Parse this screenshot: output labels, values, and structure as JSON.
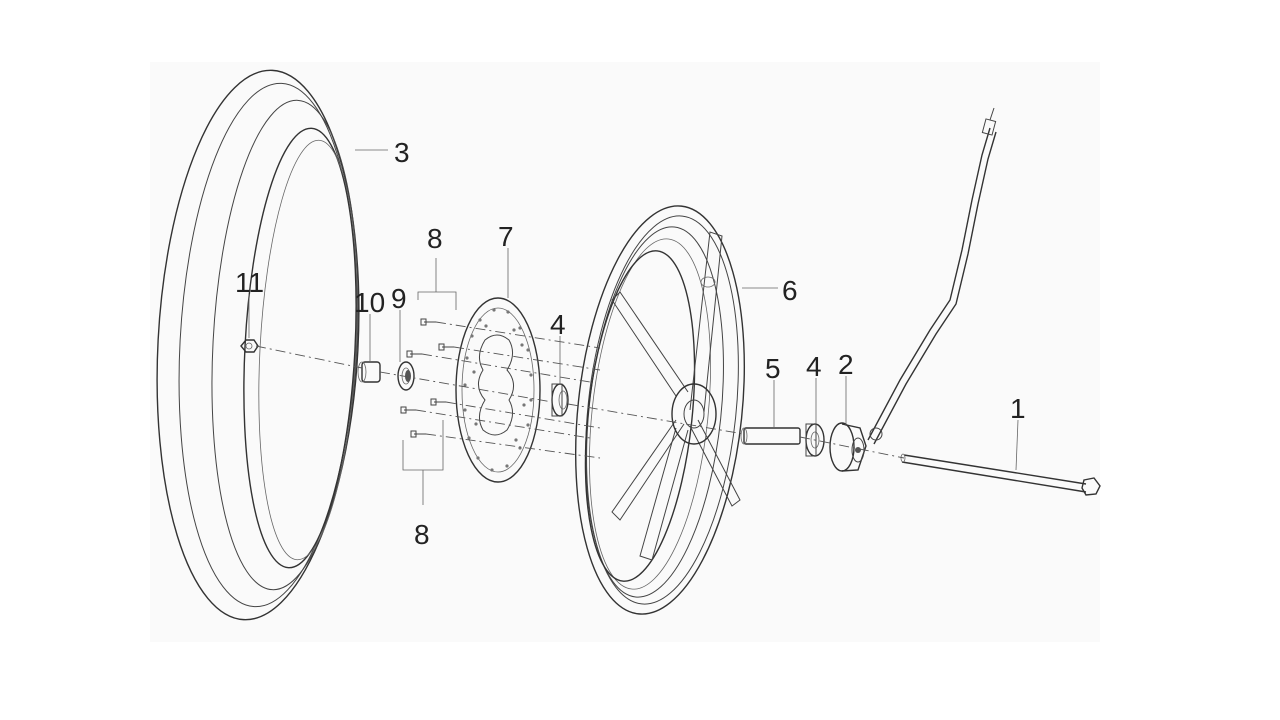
{
  "callouts": [
    {
      "id": "c1",
      "label": "1"
    },
    {
      "id": "c2",
      "label": "2"
    },
    {
      "id": "c3",
      "label": "3"
    },
    {
      "id": "c4a",
      "label": "4"
    },
    {
      "id": "c4b",
      "label": "4"
    },
    {
      "id": "c5",
      "label": "5"
    },
    {
      "id": "c6",
      "label": "6"
    },
    {
      "id": "c7",
      "label": "7"
    },
    {
      "id": "c8a",
      "label": "8"
    },
    {
      "id": "c8b",
      "label": "8"
    },
    {
      "id": "c9",
      "label": "9"
    },
    {
      "id": "c10",
      "label": "10"
    },
    {
      "id": "c11",
      "label": "11"
    }
  ]
}
